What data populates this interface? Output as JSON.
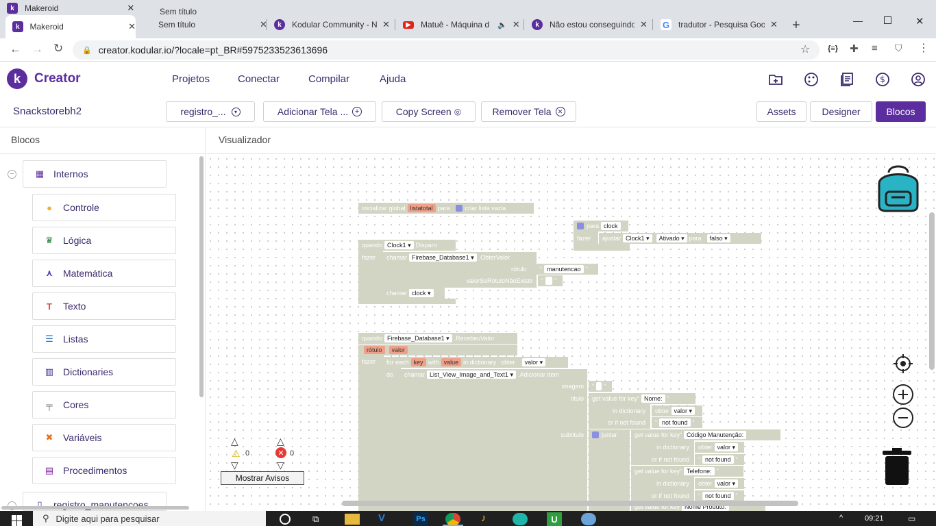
{
  "browser": {
    "ghost_tab_1": "Makeroid",
    "ghost_tab_2": "Sem título",
    "tabs": [
      {
        "title": "Makeroid",
        "icon": "kodular-icon"
      },
      {
        "title": "Sem título",
        "icon": ""
      },
      {
        "title": "Kodular Community - N",
        "icon": "kodular-icon"
      },
      {
        "title": "Matuê - Máquina d",
        "icon": "youtube-icon"
      },
      {
        "title": "Não estou conseguindo",
        "icon": "kodular-icon"
      },
      {
        "title": "tradutor - Pesquisa Goo",
        "icon": "google-icon"
      }
    ],
    "new_tab": "+",
    "url": "creator.kodular.io/?locale=pt_BR#5975233523613696"
  },
  "app": {
    "brand": "Creator",
    "menu": [
      "Projetos",
      "Conectar",
      "Compilar",
      "Ajuda"
    ],
    "project_name": "Snackstorebh2",
    "screen_select": "registro_...",
    "add_screen": "Adicionar Tela ...",
    "copy_screen": "Copy Screen",
    "remove_screen": "Remover Tela",
    "assets": "Assets",
    "designer": "Designer",
    "blocos": "Blocos",
    "accent": "#5b2d9e"
  },
  "left": {
    "title": "Blocos",
    "internos": "Internos",
    "categories": [
      {
        "label": "Controle",
        "color": "#f0b030",
        "icon": "control-icon"
      },
      {
        "label": "Lógica",
        "color": "#1e7a35",
        "icon": "logic-icon"
      },
      {
        "label": "Matemática",
        "color": "#4a3fb0",
        "icon": "math-icon"
      },
      {
        "label": "Texto",
        "color": "#e2463b",
        "icon": "text-icon"
      },
      {
        "label": "Listas",
        "color": "#1f6ec7",
        "icon": "list-icon"
      },
      {
        "label": "Dictionaries",
        "color": "#3a2a8f",
        "icon": "dictionary-icon"
      },
      {
        "label": "Cores",
        "color": "#777777",
        "icon": "paint-roller-icon"
      },
      {
        "label": "Variáveis",
        "color": "#ef6c1a",
        "icon": "variables-icon"
      },
      {
        "label": "Procedimentos",
        "color": "#7b1fa2",
        "icon": "procedures-icon"
      }
    ],
    "next_item": "registro_manutencoes"
  },
  "workspace": {
    "title": "Visualizador",
    "warnings_count": "0",
    "errors_count": "0",
    "show_warnings": "Mostrar Avisos",
    "blocks": {
      "init_global": "inicializar global",
      "listatotal": "listatotal",
      "para": "para",
      "criar_lista": "criar lista vazia",
      "para_clock": "para",
      "clock": "clock",
      "fazer": "fazer",
      "ajustar": "ajustar",
      "clock1": "Clock1",
      "ativado": "Ativado",
      "para2": "para",
      "falso": "falso",
      "quando": "quando",
      "disparo": "Disparo",
      "chamar": "chamar",
      "firebase": "Firebase_Database1",
      "obter_valor": ".ObterValor",
      "rotulo": "rótulo",
      "manutencao": "manutencao",
      "valor_se": "valorSeRótuloNãoExistir",
      "chamar_clock": "chamar",
      "clock_proc": "clock",
      "quando2": "quando",
      "firebase2": "Firebase_Database1",
      "recebeu": ".RecebeuValor",
      "rotulo_param": "rótulo",
      "valor_param": "valor",
      "fazer2": "fazer",
      "for_each": "for each",
      "key": "key",
      "with": "with",
      "value": "value",
      "in_dictionary": "in dictionary",
      "obter": "obter",
      "valor": "valor",
      "do": "do",
      "chamar2": "chamar",
      "list_view": "List_View_Image_and_Text1",
      "adicionar_item": ".Adicionar Item",
      "imagem": "imagem",
      "titulo": "titulo",
      "get_value": "get value for key",
      "nome": "Nome:",
      "in_dict": "in dictionary",
      "obter2": "obter",
      "valor2": "valor",
      "or_not_found": "or if not found",
      "not_found": "not found",
      "subtitulo": "subtitulo",
      "juntar": "juntar",
      "get_value2": "get value for key",
      "codigo": "Código Manutenção:",
      "in_dict2": "in dictionary",
      "obter3": "obter",
      "valor3": "valor",
      "or_not_found2": "or if not found",
      "not_found2": "not found",
      "get_value3": "get value for key",
      "telefone": "Telefone:",
      "in_dict3": "in dictionary",
      "obter4": "obter",
      "valor4": "valor",
      "or_not_found3": "or if not found",
      "not_found3": "not found",
      "nome_produto": "Nome Produto:"
    }
  },
  "taskbar": {
    "search_placeholder": "Digite aqui para pesquisar",
    "time": "09:21"
  }
}
